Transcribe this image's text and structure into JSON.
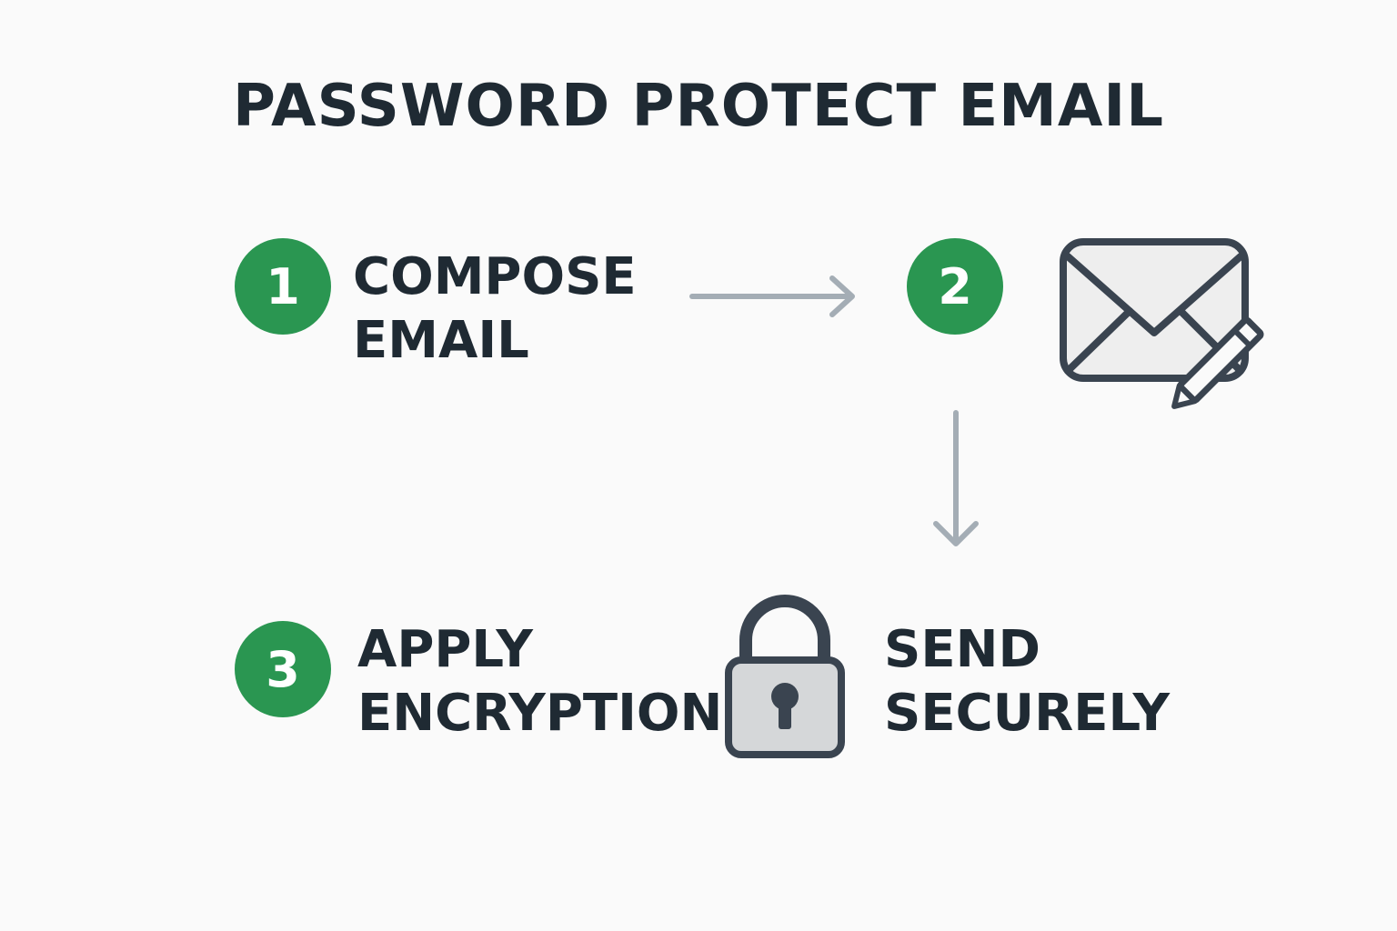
{
  "title": "PASSWORD PROTECT EMAIL",
  "steps": [
    {
      "number": "1",
      "line1": "COMPOSE",
      "line2": "EMAIL"
    },
    {
      "number": "2"
    },
    {
      "number": "3",
      "line1": "APPLY",
      "line2": "ENCRYPTION"
    }
  ],
  "send": {
    "line1": "SEND",
    "line2": "SECURELY"
  },
  "colors": {
    "badge": "#2a9651",
    "arrow": "#a4adb5",
    "icon_stroke": "#3a4450",
    "icon_fill": "#eeeeee",
    "lock_body": "#d5d7d9"
  },
  "icons": [
    "envelope-with-pencil-icon",
    "padlock-icon"
  ]
}
